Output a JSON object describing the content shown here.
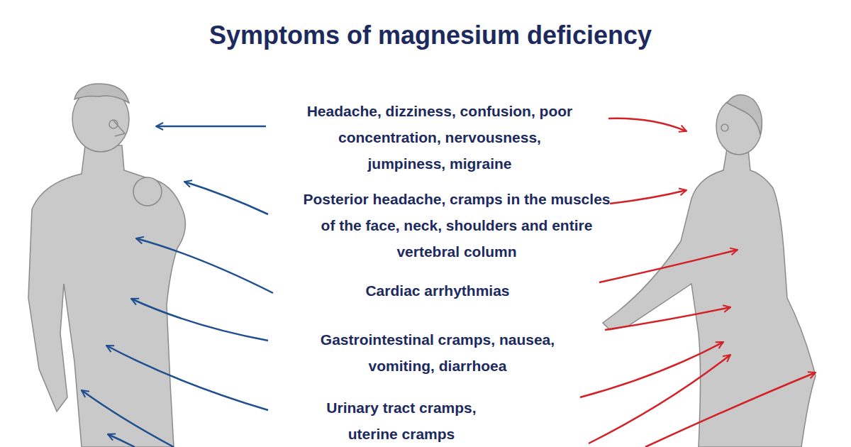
{
  "diagram": {
    "title": "Symptoms of magnesium deficiency",
    "labels": [
      "Headache, dizziness, confusion, poor concentration, nervousness, jumpiness, migraine",
      "Posterior headache, cramps in the muscles of the face, neck, shoulders and entire vertebral column",
      "Cardiac arrhythmias",
      "Gastrointestinal cramps, nausea, vomiting, diarrhoea",
      "Urinary tract cramps, uterine cramps"
    ]
  }
}
